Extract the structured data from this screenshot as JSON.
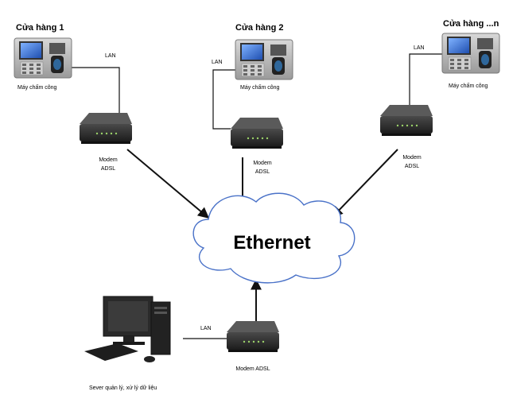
{
  "stores": [
    {
      "title": "Cửa hàng 1",
      "lan": "LAN",
      "device": "Máy chấm công",
      "modem_line1": "Modem",
      "modem_line2": "ADSL"
    },
    {
      "title": "Cửa hàng 2",
      "lan": "LAN",
      "device": "Máy chấm công",
      "modem_line1": "Modem",
      "modem_line2": "ADSL"
    },
    {
      "title": "Cửa hàng ...n",
      "lan": "LAN",
      "device": "Máy chấm công",
      "modem_line1": "Modem",
      "modem_line2": "ADSL"
    }
  ],
  "cloud": {
    "label": "Ethernet"
  },
  "server": {
    "label": "Sever quản lý, xử lý dữ liệu",
    "lan": "LAN",
    "modem_label": "Modem ADSL"
  },
  "colors": {
    "line": "#111111",
    "cloud_stroke": "#4a72c8",
    "device_gray": "#b5b5b5",
    "modem_dark": "#2d2d2d",
    "screen_blue": "#3a6fd0"
  }
}
